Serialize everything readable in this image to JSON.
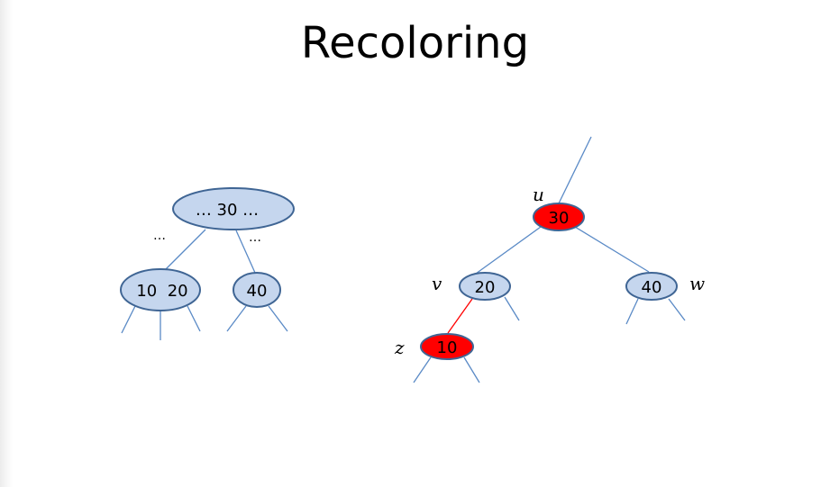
{
  "title": "Recoloring",
  "colors": {
    "node_blue": "#c5d6ee",
    "node_red": "#ff0000",
    "edge_blue": "#5a8ac6",
    "edge_red": "#ff0000",
    "node_stroke": "#3f6594"
  },
  "left_tree": {
    "root_label": "… 30 …",
    "left_dots": "…",
    "right_dots": "…",
    "left_child_label": "10  20",
    "right_child_label": "40"
  },
  "right_tree": {
    "u": {
      "var": "u",
      "label": "30",
      "color": "red"
    },
    "v": {
      "var": "v",
      "label": "20",
      "color": "blue"
    },
    "w": {
      "var": "w",
      "label": "40",
      "color": "blue"
    },
    "z": {
      "var": "z",
      "label": "10",
      "color": "red"
    }
  }
}
